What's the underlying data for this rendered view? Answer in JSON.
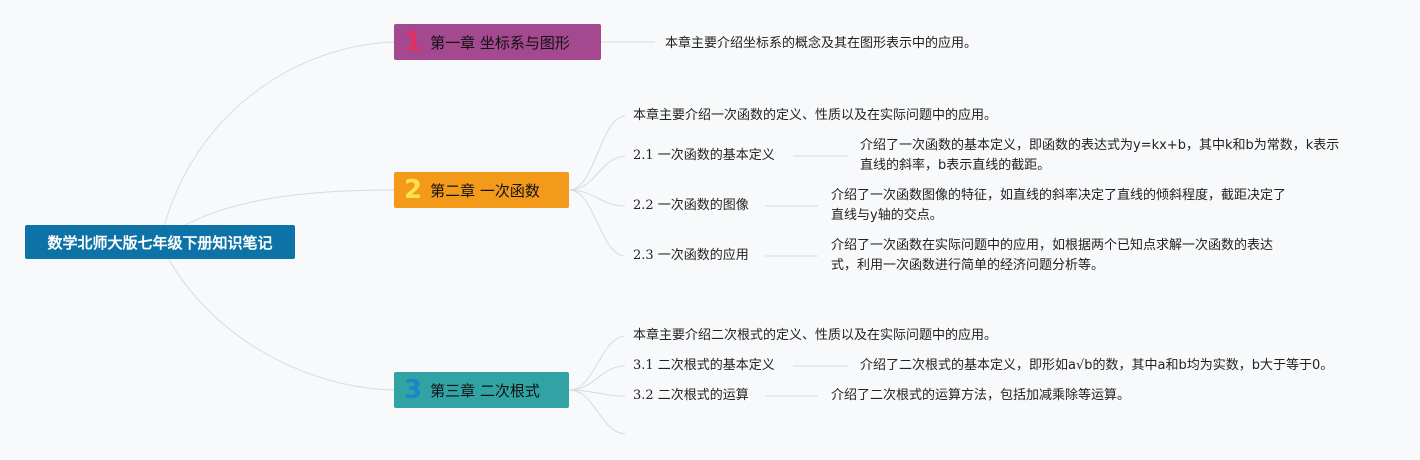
{
  "root": {
    "title": "数学北师大版七年级下册知识笔记"
  },
  "chapters": [
    {
      "num": "1",
      "title": "第一章 坐标系与图形",
      "summary": "本章主要介绍坐标系的概念及其在图形表示中的应用。"
    },
    {
      "num": "2",
      "title": "第二章 一次函数",
      "summary": "本章主要介绍一次函数的定义、性质以及在实际问题中的应用。",
      "sections": [
        {
          "title": "2.1 一次函数的基本定义",
          "desc": [
            "介绍了一次函数的基本定义，即函数的表达式为y=kx+b，其中k和b为常数，k表示",
            "直线的斜率，b表示直线的截距。"
          ]
        },
        {
          "title": "2.2 一次函数的图像",
          "desc": [
            "介绍了一次函数图像的特征，如直线的斜率决定了直线的倾斜程度，截距决定了",
            "直线与y轴的交点。"
          ]
        },
        {
          "title": "2.3 一次函数的应用",
          "desc": [
            "介绍了一次函数在实际问题中的应用，如根据两个已知点求解一次函数的表达",
            "式，利用一次函数进行简单的经济问题分析等。"
          ]
        }
      ]
    },
    {
      "num": "3",
      "title": "第三章 二次根式",
      "summary": "本章主要介绍二次根式的定义、性质以及在实际问题中的应用。",
      "sections": [
        {
          "title": "3.1 二次根式的基本定义",
          "desc": [
            "介绍了二次根式的基本定义，即形如a√b的数，其中a和b均为实数，b大于等于0。"
          ]
        },
        {
          "title": "3.2 二次根式的运算",
          "desc": [
            "介绍了二次根式的运算方法，包括加减乘除等运算。"
          ]
        }
      ]
    }
  ]
}
